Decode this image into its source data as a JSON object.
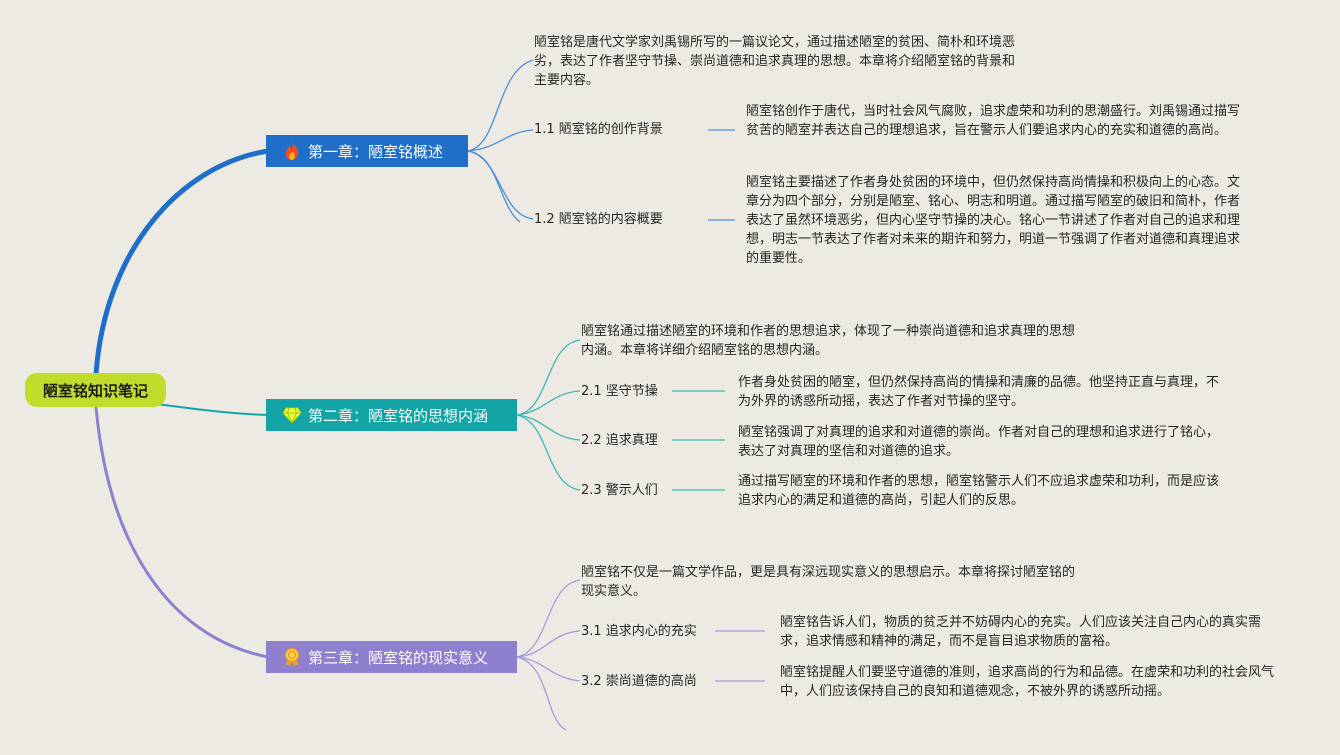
{
  "root": {
    "label": "陋室铭知识笔记",
    "color": "#c2dc2b"
  },
  "chapters": [
    {
      "title": "第一章：陋室铭概述",
      "icon": "flame-icon",
      "color": "#1f6fc8",
      "intro": "陋室铭是唐代文学家刘禹锡所写的一篇议论文，通过描述陋室的贫困、简朴和环境恶劣，表达了作者坚守节操、崇尚道德和追求真理的思想。本章将介绍陋室铭的背景和主要内容。",
      "sections": [
        {
          "label": "1.1 陋室铭的创作背景",
          "detail": "陋室铭创作于唐代，当时社会风气腐败，追求虚荣和功利的思潮盛行。刘禹锡通过描写贫苦的陋室并表达自己的理想追求，旨在警示人们要追求内心的充实和道德的高尚。"
        },
        {
          "label": "1.2 陋室铭的内容概要",
          "detail": "陋室铭主要描述了作者身处贫困的环境中，但仍然保持高尚情操和积极向上的心态。文章分为四个部分，分别是陋室、铭心、明志和明道。通过描写陋室的破旧和简朴，作者表达了虽然环境恶劣，但内心坚守节操的决心。铭心一节讲述了作者对自己的追求和理想，明志一节表达了作者对未来的期许和努力，明道一节强调了作者对道德和真理追求的重要性。"
        }
      ]
    },
    {
      "title": "第二章：陋室铭的思想内涵",
      "icon": "diamond-icon",
      "color": "#13a5a5",
      "intro": "陋室铭通过描述陋室的环境和作者的思想追求，体现了一种崇尚道德和追求真理的思想内涵。本章将详细介绍陋室铭的思想内涵。",
      "sections": [
        {
          "label": "2.1 坚守节操",
          "detail": "作者身处贫困的陋室，但仍然保持高尚的情操和清廉的品德。他坚持正直与真理，不为外界的诱惑所动摇，表达了作者对节操的坚守。"
        },
        {
          "label": "2.2 追求真理",
          "detail": "陋室铭强调了对真理的追求和对道德的崇尚。作者对自己的理想和追求进行了铭心，表达了对真理的坚信和对道德的追求。"
        },
        {
          "label": "2.3 警示人们",
          "detail": "通过描写陋室的环境和作者的思想，陋室铭警示人们不应追求虚荣和功利，而是应该追求内心的满足和道德的高尚，引起人们的反思。"
        }
      ]
    },
    {
      "title": "第三章：陋室铭的现实意义",
      "icon": "award-icon",
      "color": "#8f80cf",
      "intro": "陋室铭不仅是一篇文学作品，更是具有深远现实意义的思想启示。本章将探讨陋室铭的现实意义。",
      "sections": [
        {
          "label": "3.1 追求内心的充实",
          "detail": "陋室铭告诉人们，物质的贫乏并不妨碍内心的充实。人们应该关注自己内心的真实需求，追求情感和精神的满足，而不是盲目追求物质的富裕。"
        },
        {
          "label": "3.2 崇尚道德的高尚",
          "detail": "陋室铭提醒人们要坚守道德的准则，追求高尚的行为和品德。在虚荣和功利的社会风气中，人们应该保持自己的良知和道德观念，不被外界的诱惑所动摇。"
        }
      ]
    }
  ]
}
